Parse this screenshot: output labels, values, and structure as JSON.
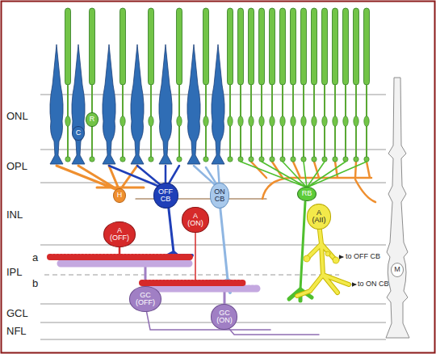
{
  "diagram": {
    "nodes": [
      {
        "text": [
          "C"
        ]
      },
      {
        "text": [
          "R"
        ]
      },
      {
        "text": [
          "H"
        ]
      },
      {
        "text": [
          "OFF CB"
        ]
      },
      {
        "text": [
          "ON CB"
        ]
      },
      {
        "text": [
          "RB"
        ]
      },
      {
        "text": [
          "A (OFF)"
        ]
      },
      {
        "text": [
          "A (ON)"
        ]
      },
      {
        "text": [
          "A (AII)"
        ]
      },
      {
        "text": [
          "GC (OFF)"
        ]
      },
      {
        "text": [
          "GC (ON)"
        ]
      },
      {
        "text": [
          "M"
        ]
      }
    ],
    "labels": [
      "ONL",
      "OPL",
      "INL",
      "IPL",
      "a",
      "b",
      "GCL",
      "NFL",
      "to OFF CB",
      "to ON CB"
    ]
  }
}
